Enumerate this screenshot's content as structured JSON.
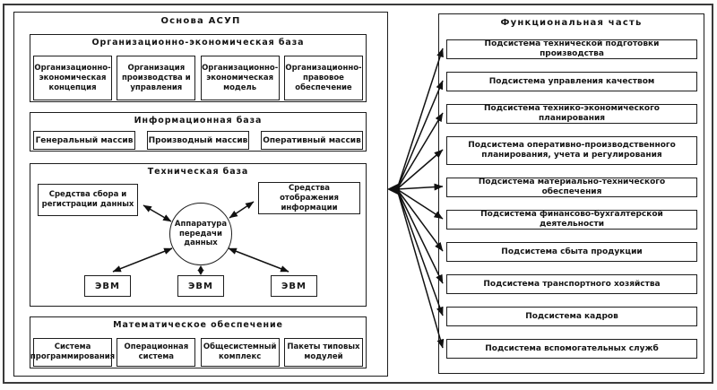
{
  "diagram": {
    "left_panel": {
      "title": "Основа АСУП",
      "sections": {
        "org_econ": {
          "title": "Организационно-экономическая база",
          "boxes": [
            "Организационно-экономическая концепция",
            "Организация производства и управления",
            "Организационно-экономическая модель",
            "Организационно-правовое обеспечение"
          ]
        },
        "info": {
          "title": "Информационная база",
          "boxes": [
            "Генеральный массив",
            "Производный массив",
            "Оперативный массив"
          ]
        },
        "tech": {
          "title": "Техническая база",
          "left_box": "Средства сбора и регистрации данных",
          "right_box": "Средства отображения информации",
          "hub": "Аппаратура передачи данных",
          "computers": [
            "ЭВМ",
            "ЭВМ",
            "ЭВМ"
          ]
        },
        "math": {
          "title": "Математическое обеспечение",
          "boxes": [
            "Система программирования",
            "Операционная система",
            "Общесистемный комплекс",
            "Пакеты типовых модулей"
          ]
        }
      }
    },
    "right_panel": {
      "title": "Функциональная часть",
      "subsystems": [
        "Подсистема технической подготовки производства",
        "Подсистема управления качеством",
        "Подсистема технико-экономического планирования",
        "Подсистема оперативно-производственного планирования, учета и регулирования",
        "Подсистема материально-технического обеспечения",
        "Подсистема финансово-бухгалтерской деятельности",
        "Подсистема сбыта продукции",
        "Подсистема транспортного хозяйства",
        "Подсистема кадров",
        "Подсистема вспомогательных служб"
      ]
    },
    "colors": {
      "ink": "#111111",
      "paper": "#ffffff"
    }
  }
}
